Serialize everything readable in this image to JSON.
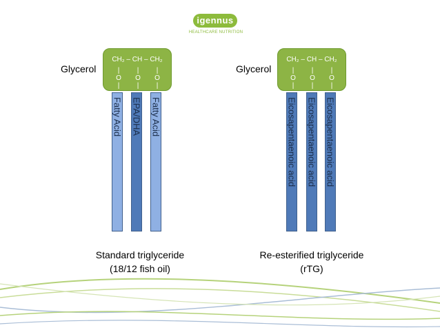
{
  "logo": {
    "name": "igennus",
    "tagline": "HEALTHCARE NUTRITION"
  },
  "left_diagram": {
    "glycerol_label": "Glycerol",
    "formula": "CH₂ – CH  – CH₂",
    "bond": "O",
    "chains": [
      "Fatty Acid",
      "EPA/DHA",
      "Fatty Acid"
    ],
    "caption_line1": "Standard triglyceride",
    "caption_line2": "(18/12 fish oil)"
  },
  "right_diagram": {
    "glycerol_label": "Glycerol",
    "formula": "CH₂ – CH  – CH₂",
    "bond": "O",
    "chains": [
      "Eicosapentaenoic acid",
      "Eicosapentaenoic acid",
      "Eicosapentaenoic acid"
    ],
    "caption_line1": "Re-esterified triglyceride",
    "caption_line2": "(rTG)"
  },
  "colors": {
    "glycerol": "#8db445",
    "chain_light": "#8fb0e3",
    "chain_dark": "#4f7ab8",
    "brand_green": "#8dbb3c",
    "wave_green": "#b5d27a",
    "wave_blue": "#a9bdd6"
  }
}
